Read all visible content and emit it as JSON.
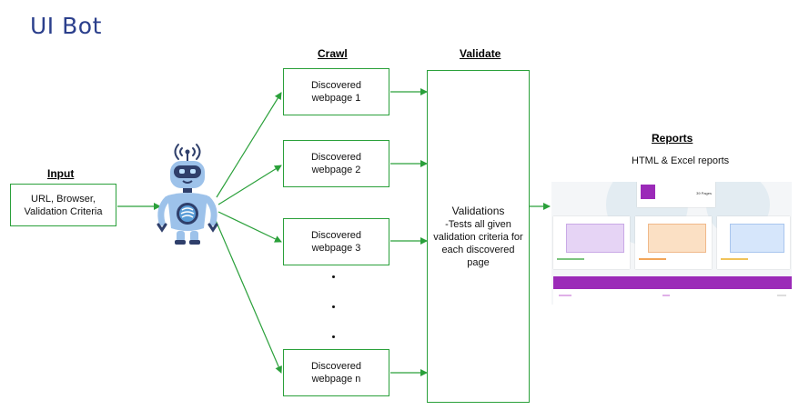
{
  "title": "UI Bot",
  "headings": {
    "input": "Input",
    "crawl": "Crawl",
    "validate": "Validate",
    "reports": "Reports"
  },
  "input_box": {
    "line1": "URL, Browser,",
    "line2": "Validation Criteria"
  },
  "pages": [
    {
      "line1": "Discovered",
      "line2": "webpage 1"
    },
    {
      "line1": "Discovered",
      "line2": "webpage 2"
    },
    {
      "line1": "Discovered",
      "line2": "webpage 3"
    },
    {
      "line1": "Discovered",
      "line2": "webpage n"
    }
  ],
  "validation_box": {
    "title": "Validations",
    "line1": "-Tests all given",
    "line2": "validation criteria for",
    "line3": "each discovered",
    "line4": "page"
  },
  "reports_subtitle": "HTML & Excel reports",
  "report_preview": {
    "pages_label": "39 Pages"
  },
  "colors": {
    "title": "#2b3f8c",
    "box_border": "#2aa03a",
    "arrow": "#2aa03a",
    "report_accent": "#9b2ab8"
  },
  "icons": [
    "robot-icon"
  ]
}
